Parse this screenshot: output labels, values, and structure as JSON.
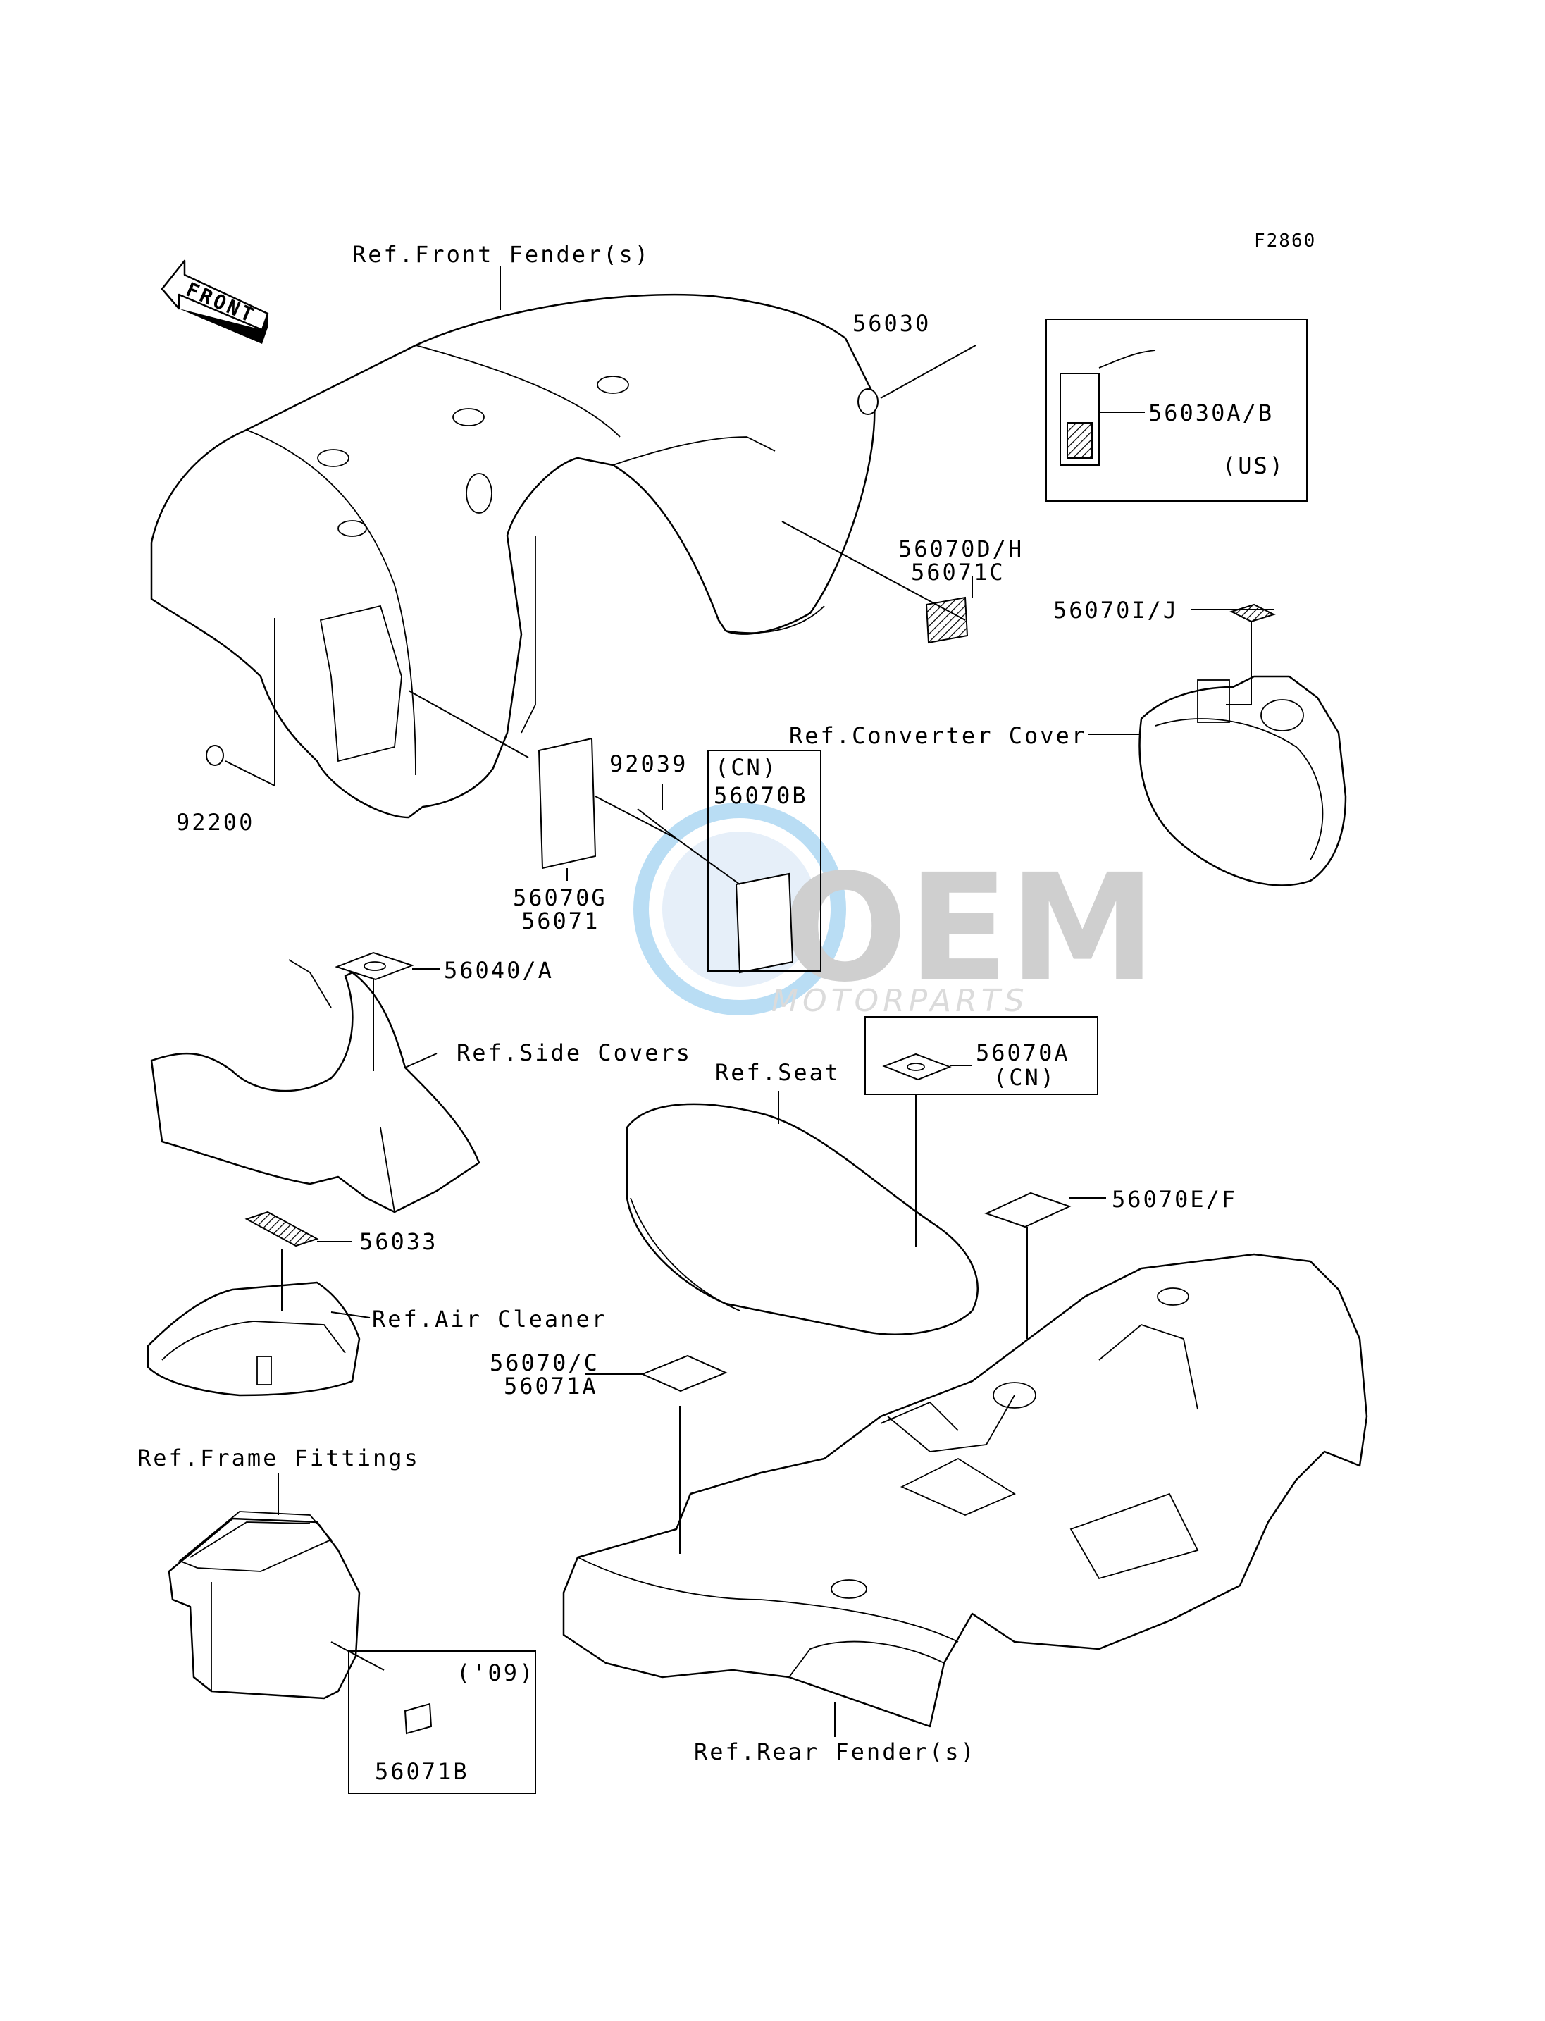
{
  "figure_code": "F2860",
  "front_arrow": "FRONT",
  "watermark": {
    "brand": "OEM",
    "sub": "MOTORPARTS"
  },
  "callouts": {
    "front_fender": "Ref.Front Fender(s)",
    "p56030": "56030",
    "p56030ab": "56030A/B",
    "us": "(US)",
    "p56070dh": "56070D/H",
    "p56071c": "56071C",
    "p56070ij": "56070I/J",
    "converter_cover": "Ref.Converter Cover",
    "p92039": "92039",
    "cn1": "(CN)",
    "p56070b": "56070B",
    "p92200": "92200",
    "p56070g": "56070G",
    "p56071": "56071",
    "p56040a": "56040/A",
    "side_covers": "Ref.Side Covers",
    "seat": "Ref.Seat",
    "p56070a": "56070A",
    "cn2": "(CN)",
    "p56070ef": "56070E/F",
    "p56033": "56033",
    "air_cleaner": "Ref.Air Cleaner",
    "p56070c": "56070/C",
    "p56071a": "56071A",
    "frame_fittings": "Ref.Frame Fittings",
    "y09": "('09)",
    "p56071b": "56071B",
    "rear_fender": "Ref.Rear Fender(s)"
  }
}
